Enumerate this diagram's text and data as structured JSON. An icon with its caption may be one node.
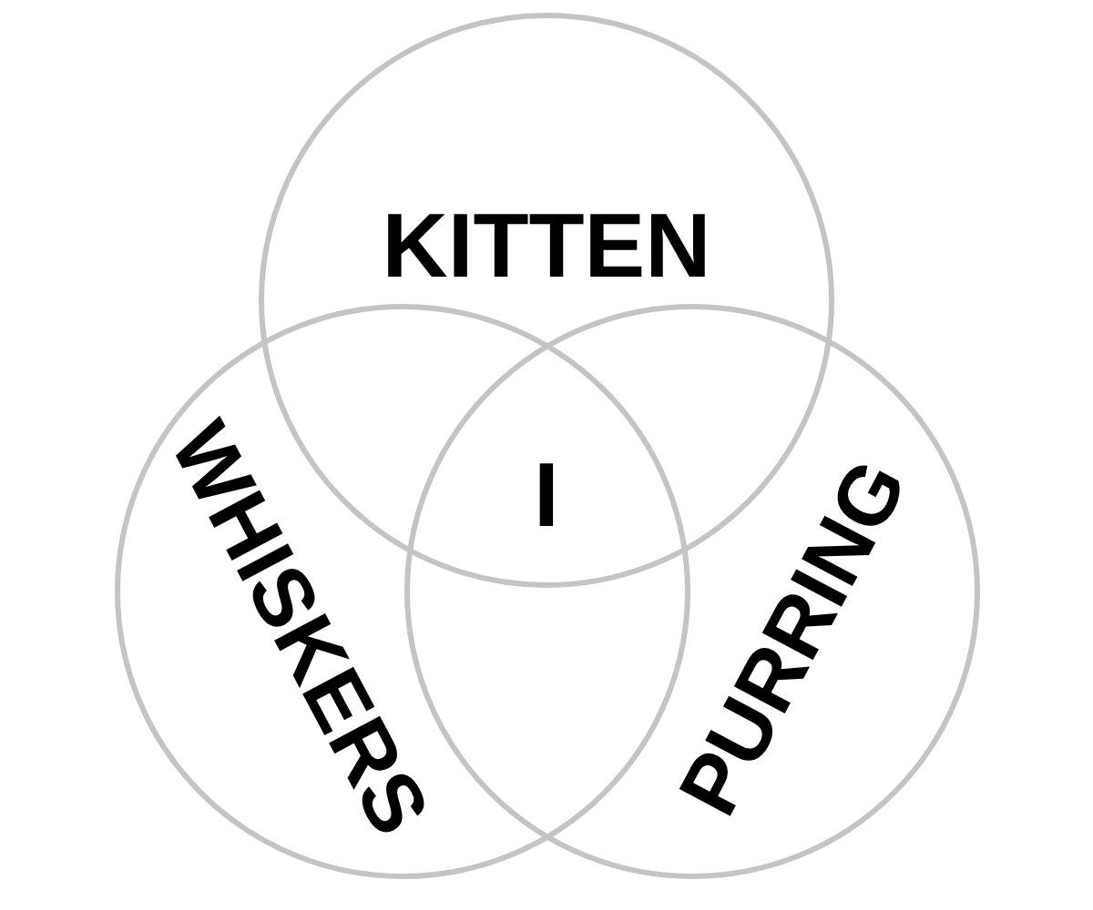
{
  "diagram": {
    "nodes": [
      {
        "text": [
          "KITTEN"
        ]
      },
      {
        "text": [
          "WHISKERS"
        ]
      },
      {
        "text": [
          "PURRING"
        ]
      }
    ],
    "labels": [
      "I"
    ]
  }
}
